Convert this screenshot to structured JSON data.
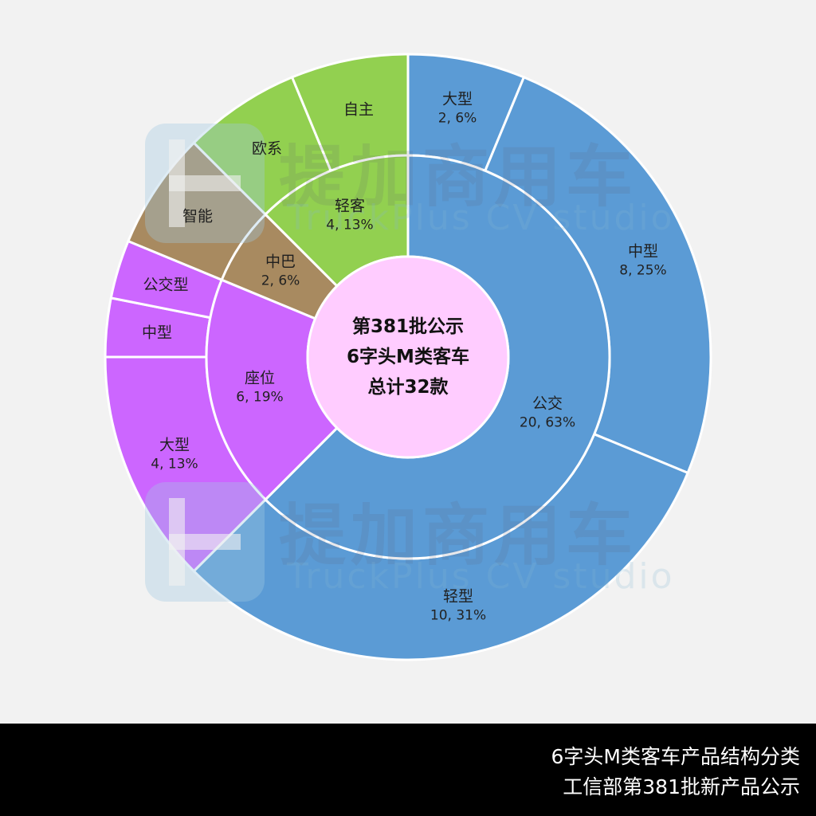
{
  "chart_data": {
    "type": "sunburst",
    "title": "第381批公示 6字头M类客车 总计32款",
    "total": 32,
    "start_angle_deg": 0,
    "direction": "clockwise",
    "inner_ring": [
      {
        "name": "公交",
        "value": 20,
        "percent": "63%",
        "label": "20, 63%",
        "color": "#5b9bd5"
      },
      {
        "name": "座位",
        "value": 6,
        "percent": "19%",
        "label": "6, 19%",
        "color": "#cc66ff"
      },
      {
        "name": "中巴",
        "value": 2,
        "percent": "6%",
        "label": "2, 6%",
        "color": "#a88a60"
      },
      {
        "name": "轻客",
        "value": 4,
        "percent": "13%",
        "label": "4, 13%",
        "color": "#92d050"
      }
    ],
    "outer_ring": [
      {
        "parent": "公交",
        "name": "大型",
        "value": 2,
        "label": "2, 6%",
        "color": "#5b9bd5"
      },
      {
        "parent": "公交",
        "name": "中型",
        "value": 8,
        "label": "8, 25%",
        "color": "#5b9bd5"
      },
      {
        "parent": "公交",
        "name": "轻型",
        "value": 10,
        "label": "10, 31%",
        "color": "#5b9bd5"
      },
      {
        "parent": "座位",
        "name": "大型",
        "value": 4,
        "label": "4, 13%",
        "color": "#cc66ff"
      },
      {
        "parent": "座位",
        "name": "中型",
        "value": 1,
        "label": "",
        "color": "#cc66ff"
      },
      {
        "parent": "座位",
        "name": "公交型",
        "value": 1,
        "label": "",
        "color": "#cc66ff"
      },
      {
        "parent": "中巴",
        "name": "智能",
        "value": 2,
        "label": "",
        "color": "#a88a60"
      },
      {
        "parent": "轻客",
        "name": "欧系",
        "value": 2,
        "label": "",
        "color": "#92d050"
      },
      {
        "parent": "轻客",
        "name": "自主",
        "value": 2,
        "label": "",
        "color": "#92d050"
      }
    ],
    "center": {
      "lines": [
        "第381批公示",
        "6字头M类客车",
        "总计32款"
      ],
      "color": "#ffccff"
    }
  },
  "center_title": {
    "line1": "第381批公示",
    "line2": "6字头M类客车",
    "line3": "总计32款"
  },
  "watermark": {
    "cn": "提加商用车",
    "en": "TruckPlus CV studio"
  },
  "footer": {
    "line1": "6字头M类客车产品结构分类",
    "line2": "工信部第381批新产品公示"
  },
  "labels": {
    "inner": [
      {
        "name": "公交",
        "val": "20, 63%"
      },
      {
        "name": "座位",
        "val": "6, 19%"
      },
      {
        "name": "中巴",
        "val": "2, 6%"
      },
      {
        "name": "轻客",
        "val": "4, 13%"
      }
    ],
    "outer": [
      {
        "name": "大型",
        "val": "2, 6%"
      },
      {
        "name": "中型",
        "val": "8, 25%"
      },
      {
        "name": "轻型",
        "val": "10, 31%"
      },
      {
        "name": "大型",
        "val": "4, 13%"
      },
      {
        "name": "中型",
        "val": ""
      },
      {
        "name": "公交型",
        "val": ""
      },
      {
        "name": "智能",
        "val": ""
      },
      {
        "name": "欧系",
        "val": ""
      },
      {
        "name": "自主",
        "val": ""
      }
    ]
  }
}
